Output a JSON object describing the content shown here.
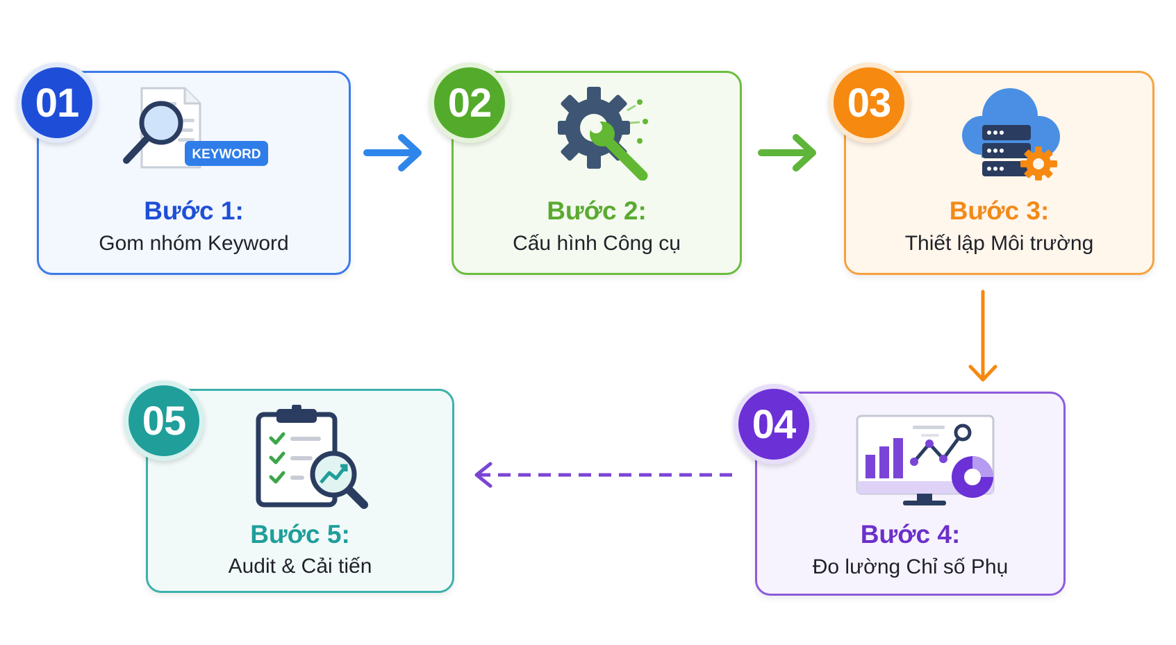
{
  "steps": [
    {
      "number": "01",
      "title": "Bước 1:",
      "subtitle": "Gom nhóm Keyword",
      "icon": "keyword-search-icon",
      "icon_text": "KEYWORD",
      "color": "#1e4ed8"
    },
    {
      "number": "02",
      "title": "Bước 2:",
      "subtitle": "Cấu hình Công cụ",
      "icon": "gear-wrench-icon",
      "color": "#54ab2b"
    },
    {
      "number": "03",
      "title": "Bước 3:",
      "subtitle": "Thiết lập Môi trường",
      "icon": "cloud-server-icon",
      "color": "#f6890f"
    },
    {
      "number": "04",
      "title": "Bước 4:",
      "subtitle": "Đo lường Chỉ số Phụ",
      "icon": "monitor-analytics-icon",
      "color": "#6b30d6"
    },
    {
      "number": "05",
      "title": "Bước 5:",
      "subtitle": "Audit & Cải tiến",
      "icon": "clipboard-audit-icon",
      "color": "#1f9e9a"
    }
  ],
  "connectors": [
    {
      "from": "01",
      "to": "02",
      "style": "solid",
      "color": "#2f86ea"
    },
    {
      "from": "02",
      "to": "03",
      "style": "solid",
      "color": "#5fb43a"
    },
    {
      "from": "03",
      "to": "04",
      "style": "solid",
      "color": "#f6890f"
    },
    {
      "from": "04",
      "to": "05",
      "style": "dashed",
      "color": "#7b45d4"
    }
  ]
}
